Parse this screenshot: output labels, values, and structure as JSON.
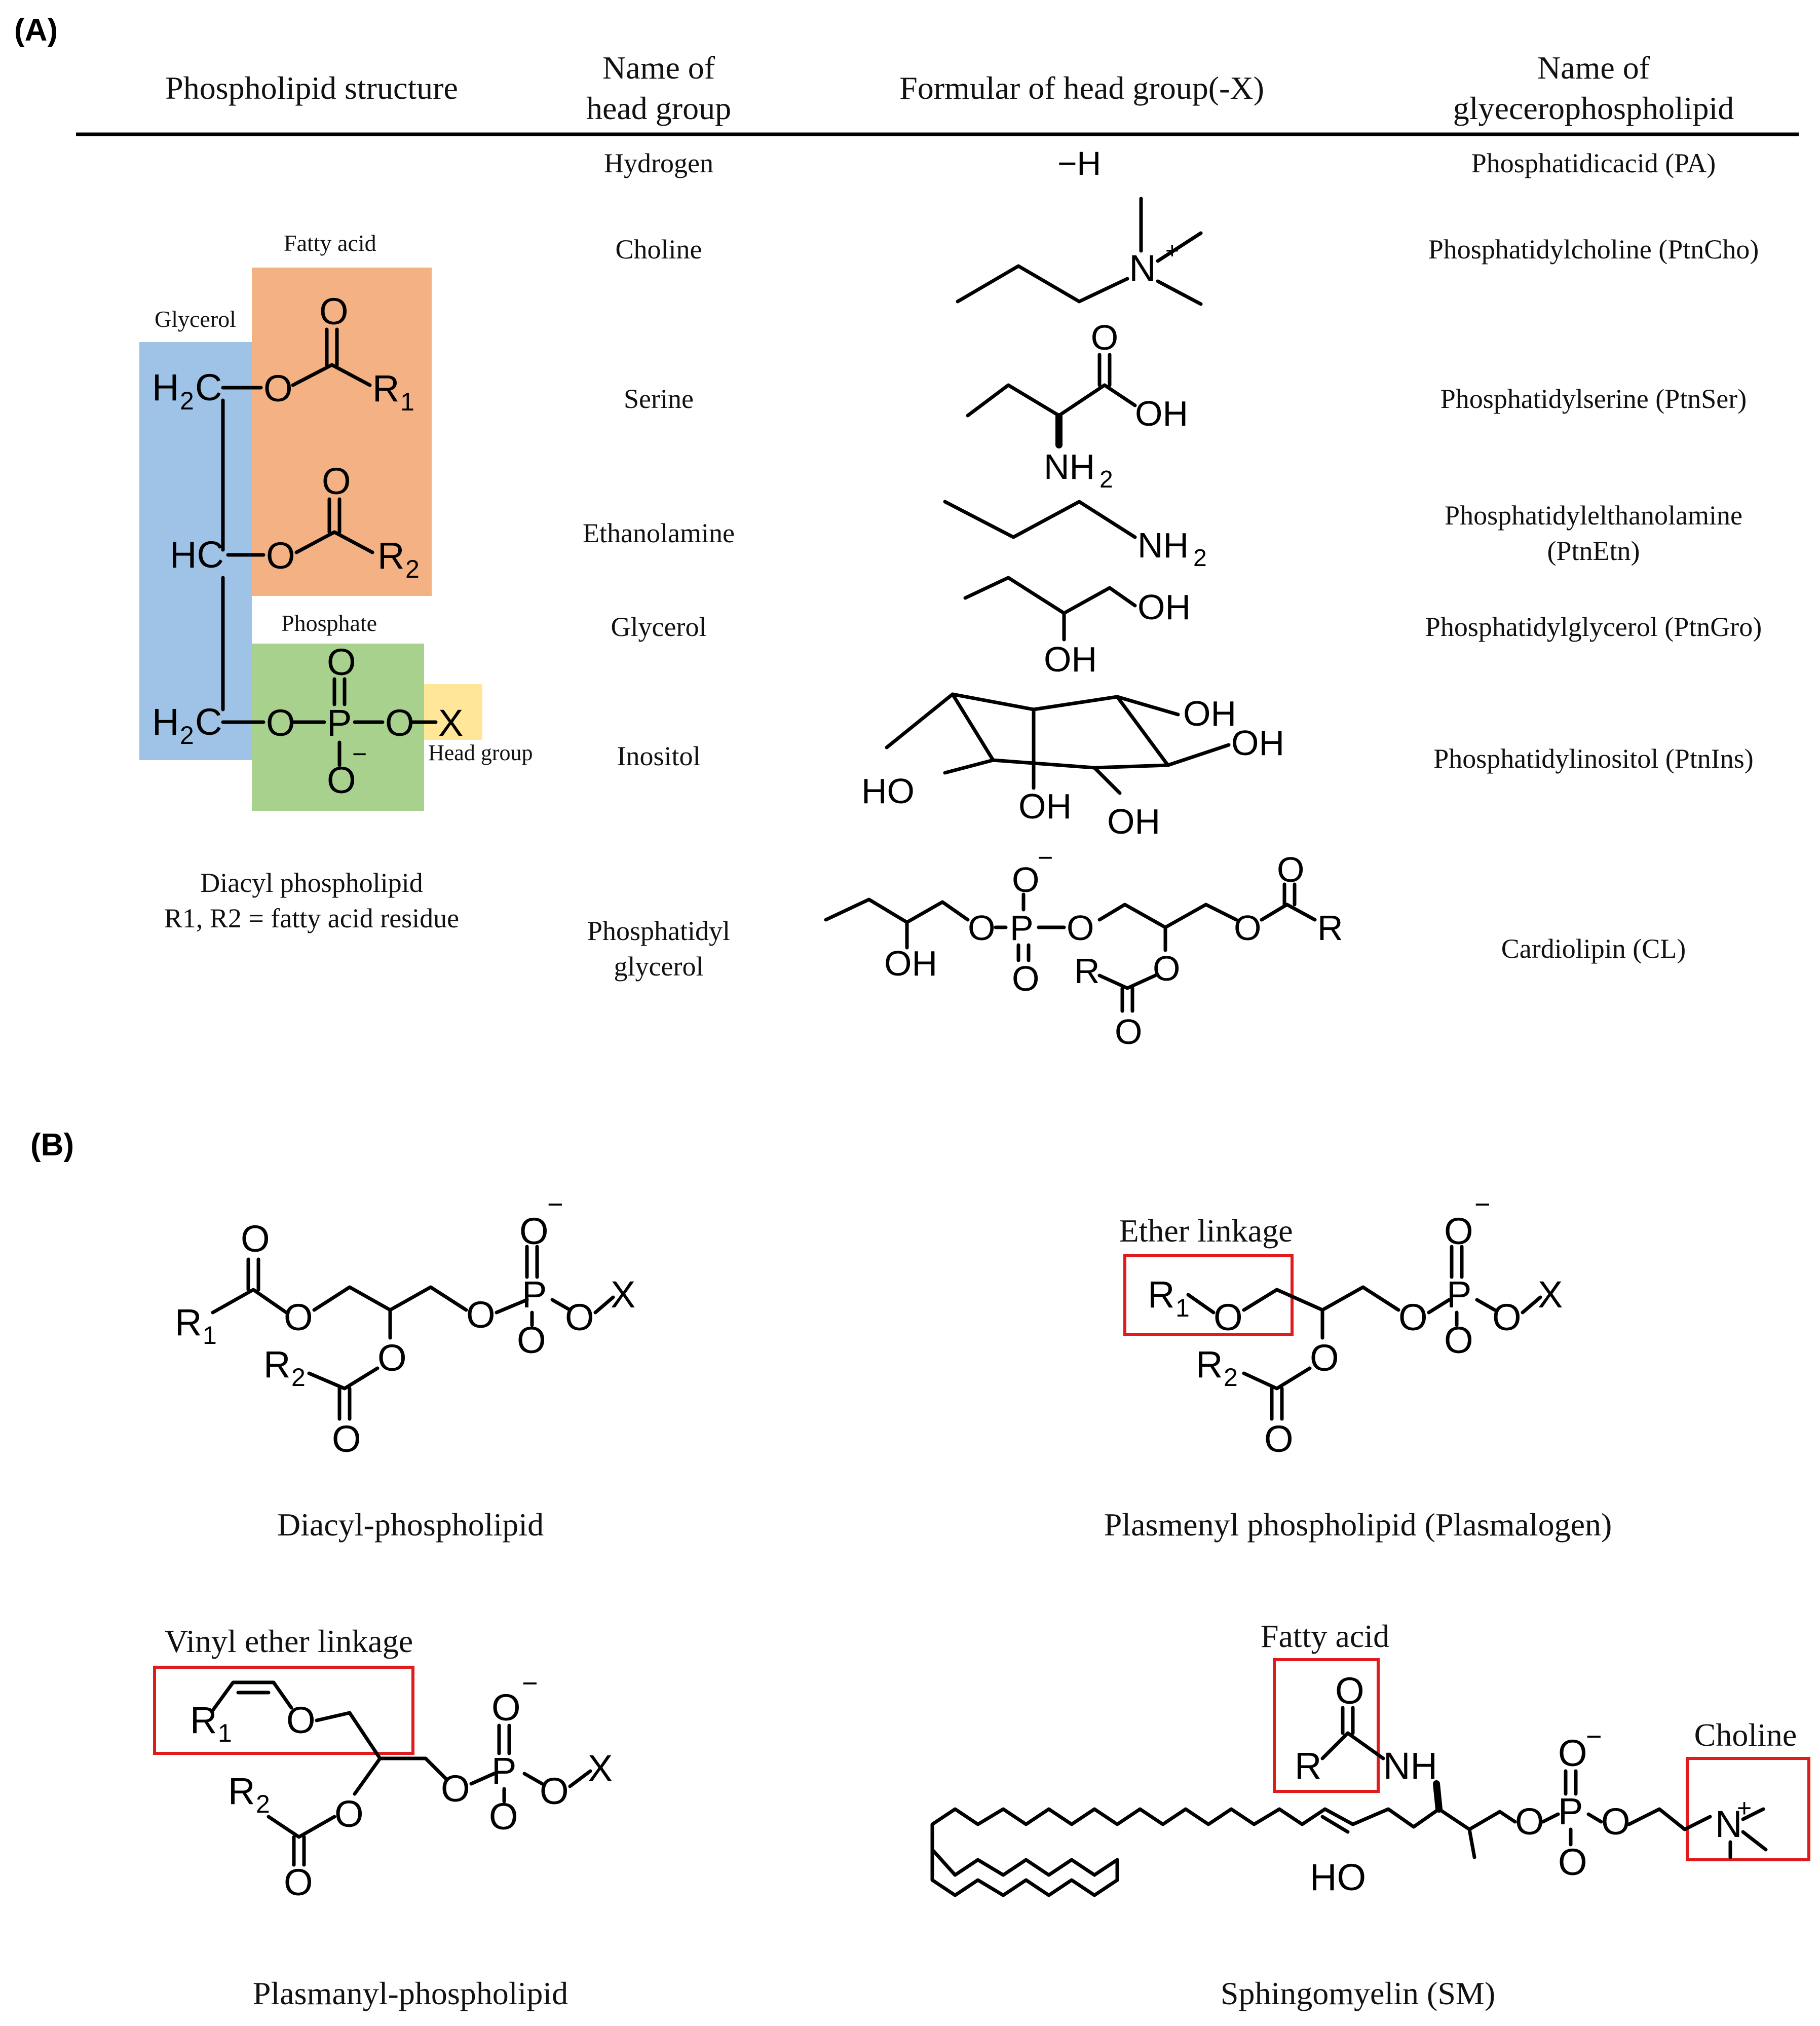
{
  "colors": {
    "glycerol_box": "#9fc3e7",
    "fatty_acid_box": "#f4b183",
    "phosphate_box": "#a9d18e",
    "head_group_box": "#ffe699",
    "highlight_box": "#e01b1b"
  },
  "panel_a": {
    "label": "(A)",
    "headers": {
      "structure": "Phospholipid structure",
      "head_name_1": "Name of",
      "head_name_2": "head group",
      "formula": "Formular of head group(-X)",
      "gp_name_1": "Name of",
      "gp_name_2": "glyecerophospholipid"
    },
    "rows": [
      {
        "head": "Hydrogen",
        "formula": "−H",
        "phospholipid": "Phosphatidicacid (PA)"
      },
      {
        "head": "Choline",
        "phospholipid": "Phosphatidylcholine (PtnCho)"
      },
      {
        "head": "Serine",
        "phospholipid": "Phosphatidylserine (PtnSer)"
      },
      {
        "head": "Ethanolamine",
        "phospholipid_1": "Phosphatidylelthanolamine",
        "phospholipid_2": "(PtnEtn)"
      },
      {
        "head": "Glycerol",
        "phospholipid": "Phosphatidylglycerol (PtnGro)"
      },
      {
        "head": "Inositol",
        "phospholipid": "Phosphatidylinositol (PtnIns)"
      },
      {
        "head_1": "Phosphatidyl",
        "head_2": "glycerol",
        "phospholipid": "Cardiolipin (CL)"
      }
    ],
    "structure_labels": {
      "fatty_acid": "Fatty acid",
      "glycerol": "Glycerol",
      "phosphate": "Phosphate",
      "head_group": "Head group",
      "caption_1": "Diacyl phospholipid",
      "caption_2": "R1, R2 = fatty acid residue"
    }
  },
  "panel_b": {
    "label": "(B)",
    "diacyl": "Diacyl-phospholipid",
    "plasmenyl": "Plasmenyl phospholipid (Plasmalogen)",
    "ether_label": "Ether linkage",
    "plasmanyl": "Plasmanyl-phospholipid",
    "vinyl_label": "Vinyl ether linkage",
    "sphingomyelin": "Sphingomyelin (SM)",
    "fatty_acid_label": "Fatty acid",
    "choline_label": "Choline"
  },
  "atoms": {
    "O": "O",
    "P": "P",
    "X": "X",
    "R": "R",
    "H": "H",
    "C": "C",
    "N": "N",
    "OH": "OH",
    "HO": "HO",
    "NH": "NH",
    "NH2": "NH",
    "H2C": "H",
    "HC": "HC",
    "plus": "+",
    "minus": "−",
    "sub1": "1",
    "sub2": "2"
  }
}
